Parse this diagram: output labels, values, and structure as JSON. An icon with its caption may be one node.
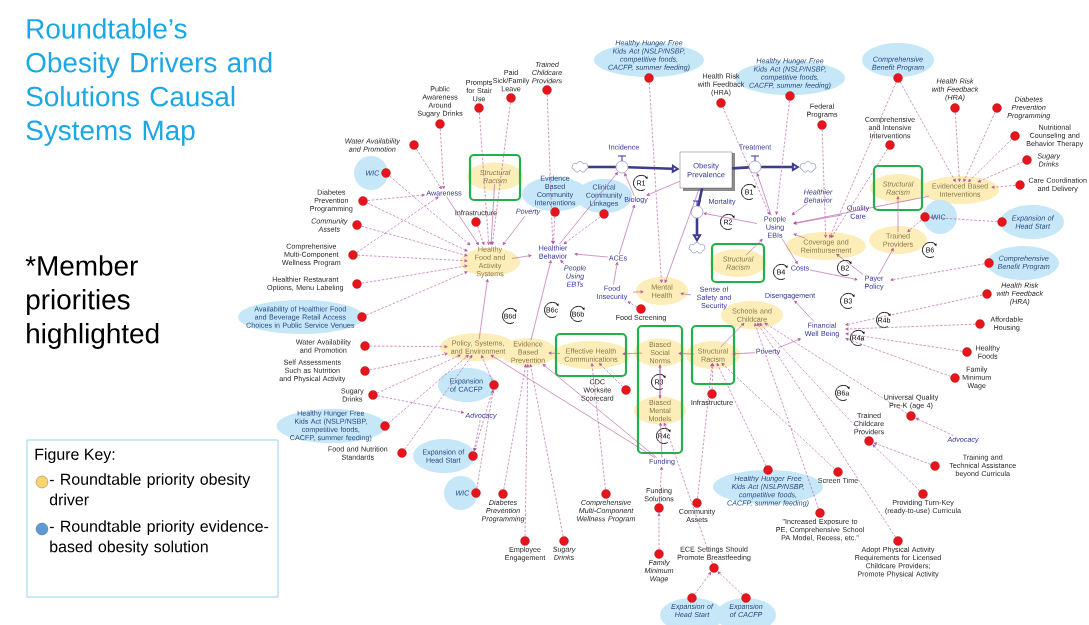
{
  "diagram": {
    "title": "Roundtable’s Obesity Drivers and Solutions Causal Systems Map",
    "nodes": [
      {
        "text": [
          "Obesity Prevalence"
        ]
      },
      {
        "text": [],
        "shape": "cloud"
      },
      {
        "text": [
          "Incidence"
        ]
      },
      {
        "text": [
          "Treatment"
        ]
      },
      {
        "text": [],
        "shape": "cloud"
      },
      {
        "text": [
          "Mortality"
        ]
      },
      {
        "text": [],
        "shape": "cloud"
      },
      {
        "text": [
          "Biology"
        ]
      },
      {
        "text": [
          "ACEs"
        ]
      },
      {
        "text": [
          "Healthier Behavior"
        ]
      },
      {
        "text": [
          "People Using EBTs"
        ]
      },
      {
        "text": [
          "Food Insecurity"
        ]
      },
      {
        "text": [
          "Mental Health"
        ]
      },
      {
        "text": [
          "Sense of Safety and Security"
        ]
      },
      {
        "text": [
          "Awareness"
        ]
      },
      {
        "text": [],
        "shape": "box"
      },
      {
        "text": [
          "Structural Racism"
        ],
        "in": 15
      },
      {
        "text": [
          "Poverty"
        ]
      },
      {
        "text": [
          "Infrastructure"
        ]
      },
      {
        "text": [
          "Healthy Food and Activity Systems"
        ]
      },
      {
        "text": [
          "Evidence Based Community Interventions"
        ]
      },
      {
        "text": [
          "Clinical Community Linkages"
        ]
      },
      {
        "text": [
          "People Using EBIs"
        ]
      },
      {
        "text": [],
        "shape": "box"
      },
      {
        "text": [
          "Structural Racism"
        ],
        "in": 23
      },
      {
        "text": [
          "Healthier Behavior"
        ]
      },
      {
        "text": [
          "Coverage and Reimbursement"
        ]
      },
      {
        "text": [
          "Quality Care"
        ]
      },
      {
        "text": [],
        "shape": "box"
      },
      {
        "text": [
          "Structural Racism"
        ],
        "in": 28
      },
      {
        "text": [
          "Trained Providers"
        ]
      },
      {
        "text": [
          "Evidenced Based Interventions"
        ]
      },
      {
        "text": [
          "WIC"
        ]
      },
      {
        "text": [
          "Costs"
        ]
      },
      {
        "text": [
          "Payer Policy"
        ]
      },
      {
        "text": [
          "Disengagement"
        ]
      },
      {
        "text": [
          "Financial Well Being"
        ]
      },
      {
        "text": [
          "Poverty"
        ]
      },
      {
        "text": [
          "Schools and Childcare"
        ]
      },
      {
        "text": [],
        "shape": "box"
      },
      {
        "text": [
          "Effective Health Communications"
        ],
        "in": 39
      },
      {
        "text": [],
        "shape": "box"
      },
      {
        "text": [
          "Biased Social Norms"
        ],
        "in": 41
      },
      {
        "text": [
          "Biased Mental Models"
        ],
        "in": 41
      },
      {
        "text": [],
        "shape": "box"
      },
      {
        "text": [
          "Structural Racism"
        ],
        "in": 44
      },
      {
        "text": [
          "Policy, Systems, and Environment"
        ]
      },
      {
        "text": [
          "Evidence Based Prevention"
        ]
      },
      {
        "text": [
          "Food Screening"
        ]
      },
      {
        "text": [
          "CDC Worksite Scorecard"
        ]
      },
      {
        "text": [
          "Infrastructure"
        ]
      },
      {
        "text": [
          "Funding"
        ]
      },
      {
        "text": [
          "Advocacy"
        ]
      },
      {
        "text": [
          "Expansion of CACFP"
        ]
      },
      {
        "text": [
          "Expansion of Head Start"
        ]
      },
      {
        "text": [
          "Advocacy"
        ]
      },
      {
        "text": [
          "Water Availability and Promotion"
        ]
      },
      {
        "text": [
          "Public Awareness Around Sugary Drinks"
        ]
      },
      {
        "text": [
          "Prompts for Stair Use"
        ]
      },
      {
        "text": [
          "Paid Sick/Family Leave"
        ]
      },
      {
        "text": [
          "Trained Childcare Providers"
        ]
      },
      {
        "text": [
          "Healthy Hunger Free Kids Act (NSLP/NSBP, competitive foods, CACFP, summer feeding)"
        ]
      },
      {
        "text": [
          "Health Risk with Feedback (HRA)"
        ]
      },
      {
        "text": [
          "Healthy Hunger Free Kids Act (NSLP/NSBP, competitive foods, CACFP, summer feeding)"
        ]
      },
      {
        "text": [
          "Federal Programs"
        ]
      },
      {
        "text": [
          "Comprehensive Benefit Program"
        ]
      },
      {
        "text": [
          "Comprehensive and Intensive Interventions"
        ]
      },
      {
        "text": [
          "Health Risk with Feedback (HRA)"
        ]
      },
      {
        "text": [
          "Diabetes Prevention Programming"
        ]
      },
      {
        "text": [
          "Nutritional Counseling and Behavior Therapy"
        ]
      },
      {
        "text": [
          "Sugary Drinks"
        ]
      },
      {
        "text": [
          "Care Coordination and Delivery"
        ]
      },
      {
        "text": [
          "Expansion of Head Start"
        ]
      },
      {
        "text": [
          "Comprehensive Benefit Program"
        ]
      },
      {
        "text": [
          "Health Risk with Feedback (HRA)"
        ]
      },
      {
        "text": [
          "Affordable Housing"
        ]
      },
      {
        "text": [
          "Healthy Foods"
        ]
      },
      {
        "text": [
          "Family Minimum Wage"
        ]
      },
      {
        "text": [
          "Universal Quality Pre-K (age 4)"
        ]
      },
      {
        "text": [
          "Trained Childcare Providers"
        ]
      },
      {
        "text": [
          "Training and Technical Assistance beyond Curricula"
        ]
      },
      {
        "text": [
          "Providing Turn-Key (ready-to-use) Curricula"
        ]
      },
      {
        "text": [
          "Adopt Physical Activity Requirements for Licensed Childcare Providers; Promote Physical Activity"
        ]
      },
      {
        "text": [
          "Screen Time"
        ]
      },
      {
        "text": [
          "\"Increased Exposure to PE, Comprehensive School PA Model, Recess, etc.\""
        ]
      },
      {
        "text": [
          "Healthy Hunger Free Kids Act (NSLP/NSBP, competitive foods, CACFP, summer feeding)"
        ]
      },
      {
        "text": [
          "ECE Settings Should Promote Breastfeeding"
        ]
      },
      {
        "text": [
          "Expansion of Head Start"
        ]
      },
      {
        "text": [
          "Expansion of CACFP"
        ]
      },
      {
        "text": [
          "Community Assets"
        ]
      },
      {
        "text": [
          "Funding Solutions"
        ]
      },
      {
        "text": [
          "Family Minimum Wage"
        ]
      },
      {
        "text": [
          "Comprehensive Multi-Component Wellness Program"
        ]
      },
      {
        "text": [
          "Sugary Drinks"
        ]
      },
      {
        "text": [
          "Employee Engagement"
        ]
      },
      {
        "text": [
          "Diabetes Prevention Programming"
        ]
      },
      {
        "text": [
          "WIC"
        ]
      },
      {
        "text": [
          "Food and Nutrition Standards"
        ]
      },
      {
        "text": [
          "Healthy Hunger Free Kids Act (NSLP/NSBP, competitive foods, CACFP, summer feeding)"
        ]
      },
      {
        "text": [
          "Sugary Drinks"
        ]
      },
      {
        "text": [
          "Self Assessments Such as Nutrition and Physical Activity"
        ]
      },
      {
        "text": [
          "Water Availability and Promotion"
        ]
      },
      {
        "text": [
          "Availability of Healthier Food and Beverage Retail Access Choices in Public Service Venues"
        ]
      },
      {
        "text": [
          "Healthier Restaurant Options, Menu Labeling"
        ]
      },
      {
        "text": [
          "Comprehensive Multi-Component Wellness Program"
        ]
      },
      {
        "text": [
          "Community Assets"
        ]
      },
      {
        "text": [
          "Diabetes Prevention Programming"
        ]
      },
      {
        "text": [
          "WIC"
        ]
      }
    ],
    "edges": [
      {
        "from": 1,
        "to": 2,
        "arrow": "none",
        "style": "thick",
        "color": "#3c3c8c"
      },
      {
        "from": 2,
        "to": 0,
        "arrow": "to",
        "style": "thick",
        "color": "#3c3c8c"
      },
      {
        "from": 0,
        "to": 3,
        "arrow": "none",
        "style": "thick",
        "color": "#3c3c8c"
      },
      {
        "from": 3,
        "to": 4,
        "arrow": "to",
        "style": "thick",
        "color": "#3c3c8c"
      },
      {
        "from": 0,
        "to": 5,
        "arrow": "none",
        "style": "thick",
        "color": "#3c3c8c"
      },
      {
        "from": 5,
        "to": 6,
        "arrow": "to",
        "style": "thick",
        "color": "#3c3c8c"
      },
      {
        "from": 0,
        "to": 7,
        "arrow": "to"
      },
      {
        "from": 7,
        "to": 2,
        "arrow": "to"
      },
      {
        "from": 8,
        "to": 7,
        "arrow": "to"
      },
      {
        "from": 8,
        "to": 9,
        "arrow": "to"
      },
      {
        "from": 11,
        "to": 8,
        "arrow": "to"
      },
      {
        "from": 11,
        "to": 12,
        "arrow": "to"
      },
      {
        "from": 13,
        "to": 12,
        "arrow": "to"
      },
      {
        "from": 0,
        "to": 12,
        "arrow": "to"
      },
      {
        "from": 9,
        "to": 2,
        "arrow": "to"
      },
      {
        "from": 10,
        "to": 9,
        "arrow": "to"
      },
      {
        "from": 22,
        "to": 3,
        "arrow": "to"
      },
      {
        "from": 22,
        "to": 5,
        "arrow": "to"
      },
      {
        "from": 24,
        "to": 22,
        "arrow": "to"
      },
      {
        "from": 26,
        "to": 22,
        "arrow": "to"
      },
      {
        "from": 25,
        "to": 22,
        "arrow": "to"
      },
      {
        "from": 27,
        "to": 22,
        "arrow": "to"
      },
      {
        "from": 22,
        "to": 33,
        "arrow": "to"
      },
      {
        "from": 33,
        "to": 34,
        "arrow": "to"
      },
      {
        "from": 34,
        "to": 26,
        "arrow": "to"
      },
      {
        "from": 34,
        "to": 30,
        "arrow": "to"
      },
      {
        "from": 30,
        "to": 29,
        "arrow": "to"
      },
      {
        "from": 36,
        "to": 35,
        "arrow": "to"
      },
      {
        "from": 37,
        "to": 36,
        "arrow": "to"
      },
      {
        "from": 37,
        "to": 45,
        "arrow": "to"
      },
      {
        "from": 45,
        "to": 38,
        "arrow": "to"
      },
      {
        "from": 45,
        "to": 42,
        "arrow": "to"
      },
      {
        "from": 42,
        "to": 40,
        "arrow": "to"
      },
      {
        "from": 42,
        "to": 43,
        "arrow": "to"
      },
      {
        "from": 43,
        "to": 42,
        "arrow": "to"
      },
      {
        "from": 51,
        "to": 43,
        "arrow": "to"
      },
      {
        "from": 16,
        "to": 19,
        "arrow": "to"
      },
      {
        "from": 17,
        "to": 19,
        "arrow": "to"
      },
      {
        "from": 14,
        "to": 19,
        "arrow": "to"
      },
      {
        "from": 19,
        "to": 9,
        "arrow": "to"
      },
      {
        "from": 47,
        "to": 9,
        "arrow": "to"
      },
      {
        "from": 46,
        "to": 19,
        "arrow": "to"
      },
      {
        "from": 31,
        "to": 22,
        "arrow": "to"
      },
      {
        "from": 51,
        "to": 46,
        "arrow": "to"
      },
      {
        "from": 51,
        "to": 47,
        "arrow": "to"
      },
      {
        "from": 40,
        "to": 47,
        "arrow": "to"
      },
      {
        "from": 56,
        "to": 14,
        "arrow": "to",
        "style": "dashed"
      },
      {
        "from": 57,
        "to": 14,
        "arrow": "to",
        "style": "dashed"
      },
      {
        "from": 58,
        "to": 19,
        "arrow": "to",
        "style": "dashed"
      },
      {
        "from": 59,
        "to": 19,
        "arrow": "to",
        "style": "dashed"
      },
      {
        "from": 60,
        "to": 9,
        "arrow": "to",
        "style": "dashed"
      },
      {
        "from": 61,
        "to": 12,
        "arrow": "to",
        "style": "dashed"
      },
      {
        "from": 62,
        "to": 22,
        "arrow": "to",
        "style": "dashed"
      },
      {
        "from": 63,
        "to": 22,
        "arrow": "to",
        "style": "dashed"
      },
      {
        "from": 64,
        "to": 26,
        "arrow": "to",
        "style": "dashed"
      },
      {
        "from": 65,
        "to": 26,
        "arrow": "to",
        "style": "dashed"
      },
      {
        "from": 65,
        "to": 31,
        "arrow": "to",
        "style": "dashed"
      },
      {
        "from": 66,
        "to": 26,
        "arrow": "to",
        "style": "dashed"
      },
      {
        "from": 67,
        "to": 31,
        "arrow": "to",
        "style": "dashed"
      },
      {
        "from": 68,
        "to": 31,
        "arrow": "to",
        "style": "dashed"
      },
      {
        "from": 69,
        "to": 31,
        "arrow": "to",
        "style": "dashed"
      },
      {
        "from": 70,
        "to": 31,
        "arrow": "to",
        "style": "dashed"
      },
      {
        "from": 71,
        "to": 31,
        "arrow": "to",
        "style": "dashed"
      },
      {
        "from": 72,
        "to": 32,
        "arrow": "to",
        "style": "dashed"
      },
      {
        "from": 32,
        "to": 30,
        "arrow": "to",
        "style": "dashed"
      },
      {
        "from": 73,
        "to": 34,
        "arrow": "to",
        "style": "dashed"
      },
      {
        "from": 74,
        "to": 36,
        "arrow": "to",
        "style": "dashed"
      },
      {
        "from": 75,
        "to": 36,
        "arrow": "to",
        "style": "dashed"
      },
      {
        "from": 76,
        "to": 36,
        "arrow": "to",
        "style": "dashed"
      },
      {
        "from": 77,
        "to": 36,
        "arrow": "to",
        "style": "dashed"
      },
      {
        "from": 55,
        "to": 78,
        "arrow": "to",
        "style": "dashed"
      },
      {
        "from": 78,
        "to": 38,
        "arrow": "to",
        "style": "dashed"
      },
      {
        "from": 79,
        "to": 38,
        "arrow": "to",
        "style": "dashed"
      },
      {
        "from": 80,
        "to": 79,
        "arrow": "to",
        "style": "dashed"
      },
      {
        "from": 81,
        "to": 79,
        "arrow": "to",
        "style": "dashed"
      },
      {
        "from": 82,
        "to": 38,
        "arrow": "to",
        "style": "dashed"
      },
      {
        "from": 83,
        "to": 45,
        "arrow": "to",
        "style": "dashed"
      },
      {
        "from": 84,
        "to": 38,
        "arrow": "to",
        "style": "dashed"
      },
      {
        "from": 85,
        "to": 45,
        "arrow": "to",
        "style": "dashed"
      },
      {
        "from": 86,
        "to": 43,
        "arrow": "to",
        "style": "dashed"
      },
      {
        "from": 87,
        "to": 86,
        "arrow": "to",
        "style": "dashed"
      },
      {
        "from": 88,
        "to": 86,
        "arrow": "to",
        "style": "dashed"
      },
      {
        "from": 89,
        "to": 45,
        "arrow": "to",
        "style": "dashed"
      },
      {
        "from": 90,
        "to": 51,
        "arrow": "to",
        "style": "dashed"
      },
      {
        "from": 91,
        "to": 90,
        "arrow": "to",
        "style": "dashed"
      },
      {
        "from": 92,
        "to": 40,
        "arrow": "to",
        "style": "dashed"
      },
      {
        "from": 93,
        "to": 47,
        "arrow": "to",
        "style": "dashed"
      },
      {
        "from": 94,
        "to": 47,
        "arrow": "to",
        "style": "dashed"
      },
      {
        "from": 95,
        "to": 47,
        "arrow": "to",
        "style": "dashed"
      },
      {
        "from": 96,
        "to": 53,
        "arrow": "to",
        "style": "dashed"
      },
      {
        "from": 53,
        "to": 54,
        "arrow": "to",
        "style": "dashed"
      },
      {
        "from": 52,
        "to": 54,
        "arrow": "to",
        "style": "dashed"
      },
      {
        "from": 97,
        "to": 46,
        "arrow": "to",
        "style": "dashed"
      },
      {
        "from": 98,
        "to": 46,
        "arrow": "to",
        "style": "dashed"
      },
      {
        "from": 99,
        "to": 46,
        "arrow": "to",
        "style": "dashed"
      },
      {
        "from": 99,
        "to": 52,
        "arrow": "to",
        "style": "dashed"
      },
      {
        "from": 100,
        "to": 46,
        "arrow": "to",
        "style": "dashed"
      },
      {
        "from": 101,
        "to": 46,
        "arrow": "to",
        "style": "dashed"
      },
      {
        "from": 102,
        "to": 19,
        "arrow": "to",
        "style": "dashed"
      },
      {
        "from": 103,
        "to": 19,
        "arrow": "to",
        "style": "dashed"
      },
      {
        "from": 104,
        "to": 19,
        "arrow": "to",
        "style": "dashed"
      },
      {
        "from": 104,
        "to": 14,
        "arrow": "to",
        "style": "dashed"
      },
      {
        "from": 105,
        "to": 19,
        "arrow": "to",
        "style": "dashed"
      },
      {
        "from": 106,
        "to": 14,
        "arrow": "to",
        "style": "dashed"
      },
      {
        "from": 106,
        "to": 19,
        "arrow": "to",
        "style": "dashed"
      },
      {
        "from": 107,
        "to": 19,
        "arrow": "to",
        "style": "dashed"
      },
      {
        "from": 18,
        "to": 19,
        "arrow": "to",
        "style": "dashed"
      },
      {
        "from": 20,
        "to": 9,
        "arrow": "to",
        "style": "dashed"
      },
      {
        "from": 21,
        "to": 9,
        "arrow": "to",
        "style": "dashed"
      },
      {
        "from": 48,
        "to": 11,
        "arrow": "to",
        "style": "dashed"
      },
      {
        "from": 49,
        "to": 40,
        "arrow": "to",
        "style": "dashed"
      },
      {
        "from": 50,
        "to": 45,
        "arrow": "to",
        "style": "dashed"
      },
      {
        "from": 53,
        "to": 46,
        "arrow": "to",
        "style": "dashed"
      }
    ],
    "labels": [
      "*Member priorities highlighted",
      "Figure Key:",
      "R1",
      "B1",
      "R2",
      "B6",
      "B2",
      "B4",
      "B3",
      "R4a",
      "R4b",
      "B6c",
      "B6b",
      "B6d",
      "R3",
      "B6a",
      "R4c"
    ],
    "legend": [
      {
        "text": "- Roundtable priority obesity driver",
        "color": "#f7d56a"
      },
      {
        "text": "- Roundtable priority evidence-based obesity solution",
        "color": "#5b9bd5"
      }
    ]
  }
}
